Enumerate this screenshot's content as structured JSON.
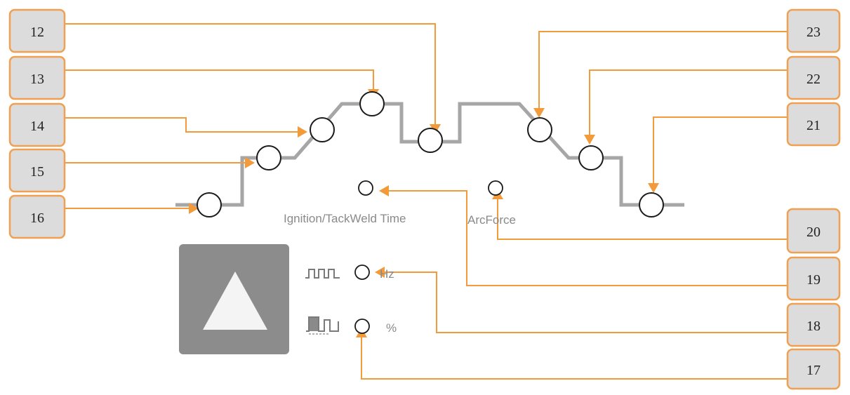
{
  "callouts": {
    "c12": "12",
    "c13": "13",
    "c14": "14",
    "c15": "15",
    "c16": "16",
    "c17": "17",
    "c18": "18",
    "c19": "19",
    "c20": "20",
    "c21": "21",
    "c22": "22",
    "c23": "23"
  },
  "labels": {
    "ignition": "Ignition/TackWeld Time",
    "arcforce": "ArcForce",
    "hz": "Hz",
    "percent": "%"
  },
  "icons": {
    "play": "triangle-up-icon",
    "pulse_freq": "pulse-wave-icon",
    "pulse_balance": "pulse-balance-icon"
  },
  "colors": {
    "accent": "#f39a3a",
    "callout_fill": "#dcdcdc",
    "curve": "#a6a6a6",
    "panel": "#8c8c8c"
  }
}
